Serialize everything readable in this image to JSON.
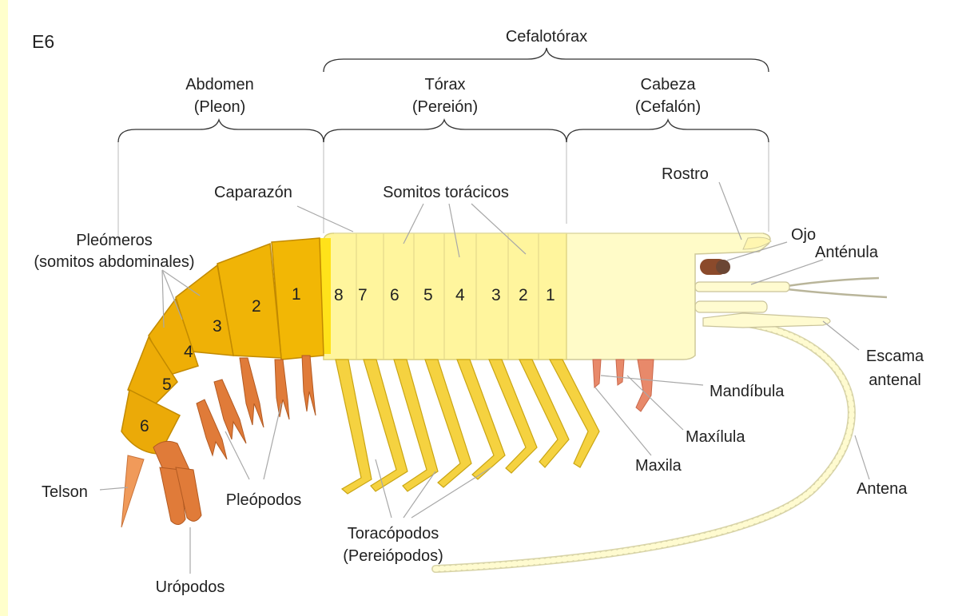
{
  "corner_tag": "E6",
  "regions": {
    "cephalothorax": "Cefalotórax",
    "abdomen_line1": "Abdomen",
    "abdomen_line2": "(Pleon)",
    "thorax_line1": "Tórax",
    "thorax_line2": "(Pereión)",
    "head_line1": "Cabeza",
    "head_line2": "(Cefalón)"
  },
  "labels": {
    "carapace": "Caparazón",
    "thoracic_somites": "Somitos torácicos",
    "rostrum": "Rostro",
    "eye": "Ojo",
    "antennule": "Anténula",
    "pleomeres_line1": "Pleómeros",
    "pleomeres_line2": "(somitos abdominales)",
    "antennal_scale_line1": "Escama",
    "antennal_scale_line2": "antenal",
    "mandible": "Mandíbula",
    "maxillule": "Maxílula",
    "maxilla": "Maxila",
    "antenna": "Antena",
    "telson": "Telson",
    "pleopods": "Pleópodos",
    "thoracopods_line1": "Toracópodos",
    "thoracopods_line2": "(Pereiópodos)",
    "uropods": "Urópodos"
  },
  "abdominal_segment_numbers": [
    "1",
    "2",
    "3",
    "4",
    "5",
    "6"
  ],
  "thoracic_segment_numbers": [
    "8",
    "7",
    "6",
    "5",
    "4",
    "3",
    "2",
    "1"
  ],
  "colors": {
    "page_border": "#ffffcc",
    "abdomen": "#f2b705",
    "thorax": "#fff59d",
    "head": "#fffbc8",
    "appendage_orange": "#e07b39",
    "thoracopod": "#f5d240",
    "eye": "#8b4a2b"
  }
}
